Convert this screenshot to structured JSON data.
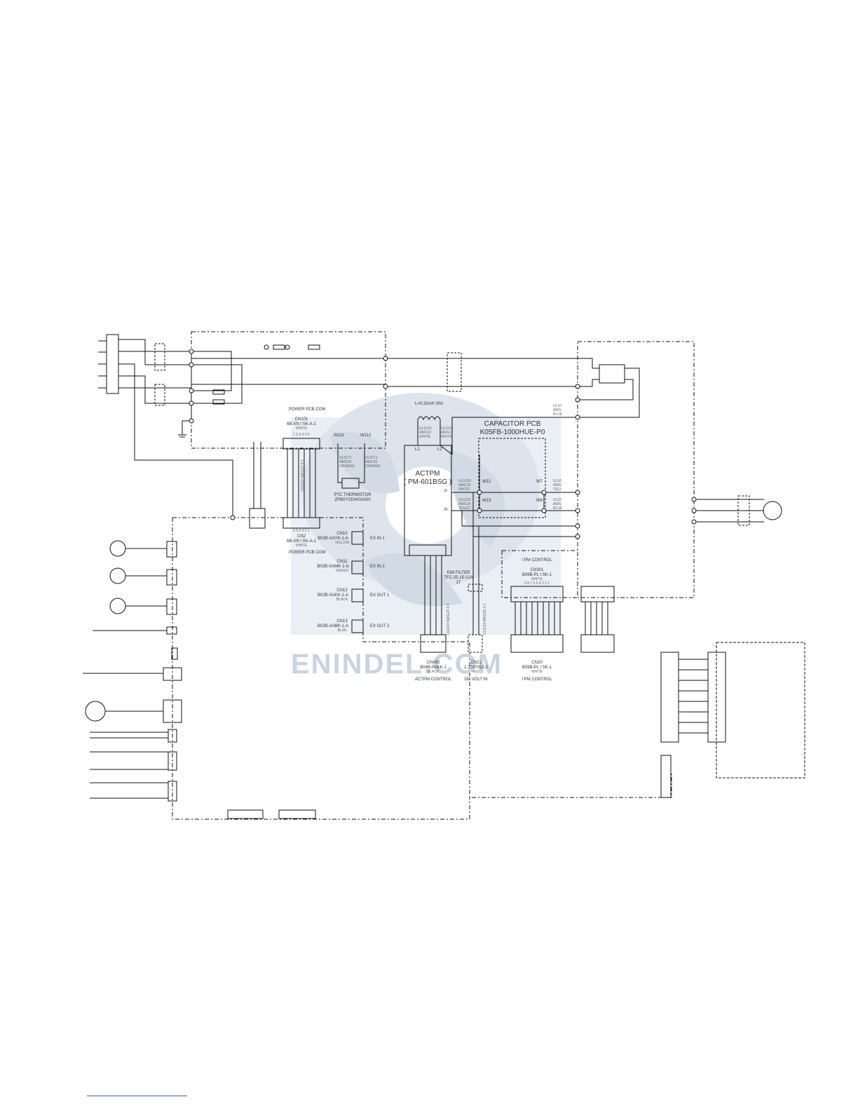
{
  "watermark": "ENINDEL.COM",
  "boards": {
    "power_pcb_top": "POWER PCB COM",
    "power_pcb_bottom": "POWER PCB COM",
    "capacitor_pcb_title": "CAPACITOR PCB",
    "capacitor_pcb_part": "K05FB-1000HUE-P0"
  },
  "actpm": {
    "title": "ACTPM",
    "part": "( PM-601BSG )",
    "pin_l1": "L1",
    "pin_l2": "L2",
    "pin_p": "P",
    "pin_n": "N"
  },
  "reactor": {
    "label": "L=0.32mH 30A"
  },
  "connectors": {
    "cn101": {
      "name": "CN101",
      "part": "6B-XN I SK-A-1",
      "color": "WHITE"
    },
    "cn2": {
      "name": "CN2",
      "part": "6B-XN I SK-A-1",
      "color": "WHITE"
    },
    "cn10": {
      "name": "CN10",
      "part": "B02B-XAYK-1-A",
      "color": "YELLOW",
      "func": "EX IN 1"
    },
    "cn11": {
      "name": "CN11",
      "part": "B02B-XAMK-1-A",
      "color": "GREEN",
      "func": "EX IN 2"
    },
    "cn12": {
      "name": "CN12",
      "part": "B02B-XAKK-1-A",
      "color": "BLACK",
      "func": "EX OUT 1"
    },
    "cn13": {
      "name": "CN13",
      "part": "B02B-XABK-1-A",
      "color": "BLUE",
      "func": "EX OUT 2"
    },
    "cn400": {
      "name": "CN400",
      "part": "B04B-PAKK-1",
      "color": "BLACK",
      "func": "ACTPM CONTROL"
    },
    "cn21": {
      "name": "CN21",
      "part": "1-1747052-2",
      "color": "RED",
      "func": "DC VOLT IN"
    },
    "cn20": {
      "name": "CN20",
      "part": "B09B-PL I SK-1",
      "color": "WHITE",
      "func": "I PM CONTROL"
    },
    "cn301": {
      "name": "CN301",
      "part": "B09B-PL I SK-1",
      "color": "WHITE",
      "func": "I PM CONTROL"
    }
  },
  "terminals": {
    "w111": "W111",
    "w112": "W112",
    "w12": "W12",
    "w13": "W13",
    "w7": "W7",
    "w8": "W8"
  },
  "thermistor": {
    "label": "PTC THERMISTOR",
    "part": "ZPB0YCE400A300"
  },
  "emi_filter": {
    "label": "EMI FILTER",
    "part": "TFC-25-15-12A",
    "turns": "1T"
  },
  "wire_specs": {
    "ul3271_a": "UL3271",
    "awg20_a": "AWG20",
    "color_a": "ORANGE",
    "ul3271_b": "UL3271",
    "awg20_b": "AWG20",
    "color_b": "ORANGE",
    "ul1015_a": "UL1015",
    "awg12_a": "AWG12",
    "white_a": "WHITE",
    "ul1015_b": "UL1015",
    "awg12_b": "AWG12",
    "white_b": "WHITE",
    "ul1015_c": "UL1015",
    "awg16_c": "AWG16",
    "white_c": "WHITE",
    "ul1015_d": "UL1015",
    "awg14_d": "AWG14",
    "violet_d": "VIOLET",
    "ul10_e": "UL10",
    "awg_e": "AWG",
    "blue_e": "BLUE",
    "ul10_f": "UL10",
    "awg_f": "AWG",
    "yell_f": "YELL",
    "ul10_g": "UL10",
    "awg_g": "AWG",
    "blue_g": "BLUE",
    "ul1007_awg24": "UL1007 AWG24 X 6",
    "ul1007_awg24_4": "UL1007 AWG24 X 4",
    "ul1015_awg20_2": "UL1015 AWG20 X 2"
  },
  "pin_numbers": {
    "six": "1 2 3 4 5 6",
    "six_rev": "6 5 4 3 2 1",
    "nine": "9 8 7 6 5 4 3 2 1"
  }
}
